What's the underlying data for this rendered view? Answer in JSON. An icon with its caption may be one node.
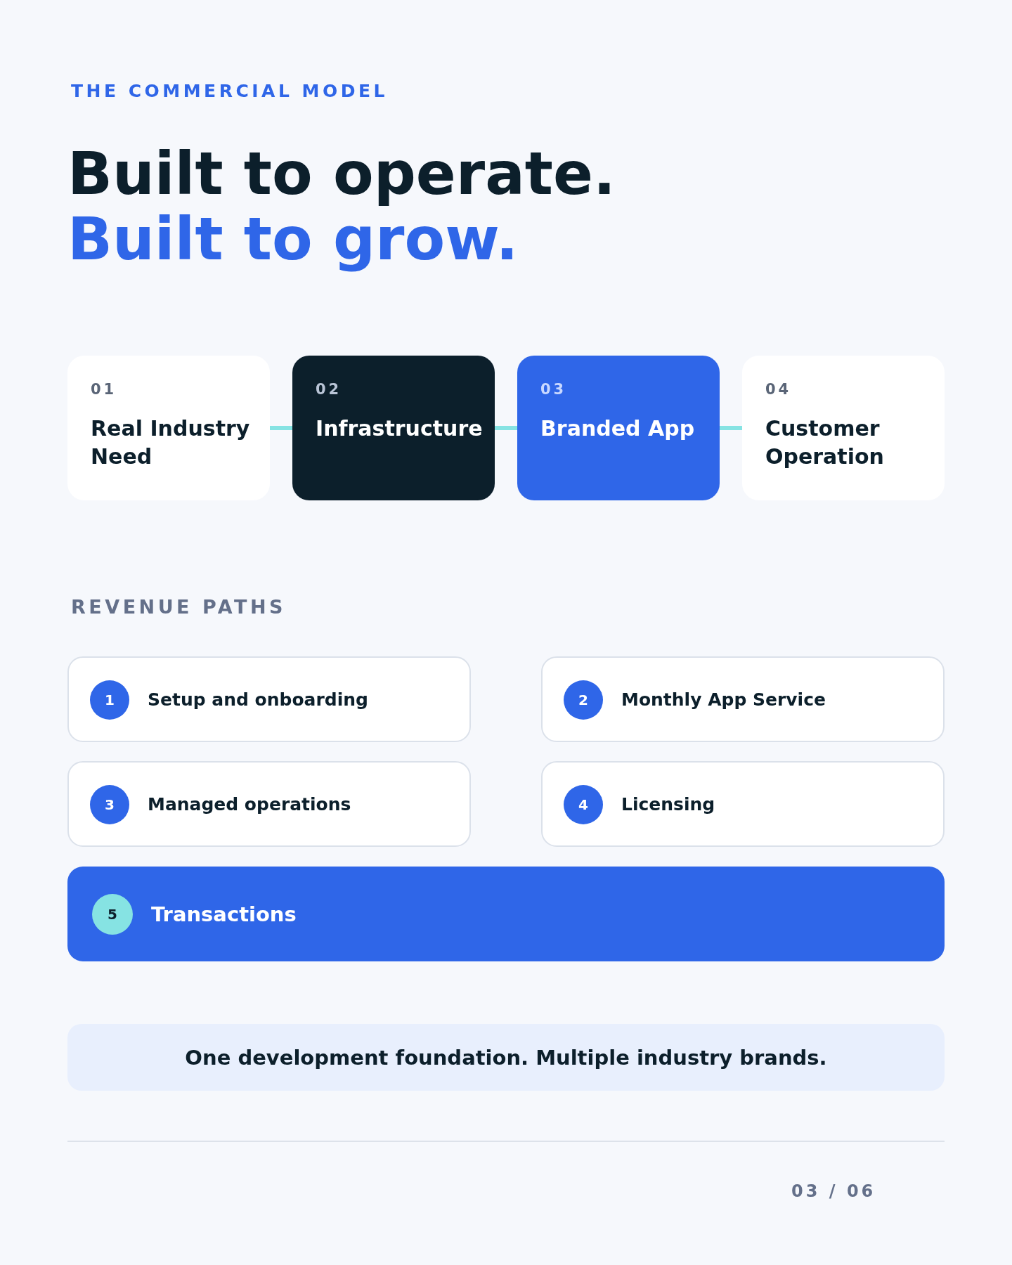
{
  "diagram": {
    "title": "Built to operate.",
    "nodes": [
      {
        "text": [
          "01",
          "Real Industry Need"
        ]
      },
      {
        "text": [
          "02",
          "Infrastructure"
        ]
      },
      {
        "text": [
          "03",
          "Branded App"
        ]
      },
      {
        "text": [
          "04",
          "Customer Operation"
        ]
      },
      {
        "text": [
          "Setup and onboarding"
        ]
      },
      {
        "text": [
          "1"
        ],
        "in": 4
      },
      {
        "text": [
          "Monthly App Service"
        ]
      },
      {
        "text": [
          "2"
        ],
        "in": 6
      },
      {
        "text": [
          "Managed operations"
        ]
      },
      {
        "text": [
          "3"
        ],
        "in": 8
      },
      {
        "text": [
          "Licensing"
        ]
      },
      {
        "text": [
          "4"
        ],
        "in": 10
      },
      {
        "text": [
          "Transactions"
        ]
      },
      {
        "text": [
          "5"
        ],
        "in": 12
      },
      {
        "text": [
          "One development foundation. Multiple industry brands."
        ]
      }
    ],
    "edges": [
      {
        "from": 0,
        "to": 1,
        "arrow": "none"
      },
      {
        "from": 1,
        "to": 2,
        "arrow": "none"
      },
      {
        "from": 2,
        "to": 3,
        "arrow": "none"
      }
    ],
    "labels": [
      "THE COMMERCIAL MODEL",
      "Built to grow.",
      "REVENUE PATHS",
      "03 / 06"
    ]
  }
}
